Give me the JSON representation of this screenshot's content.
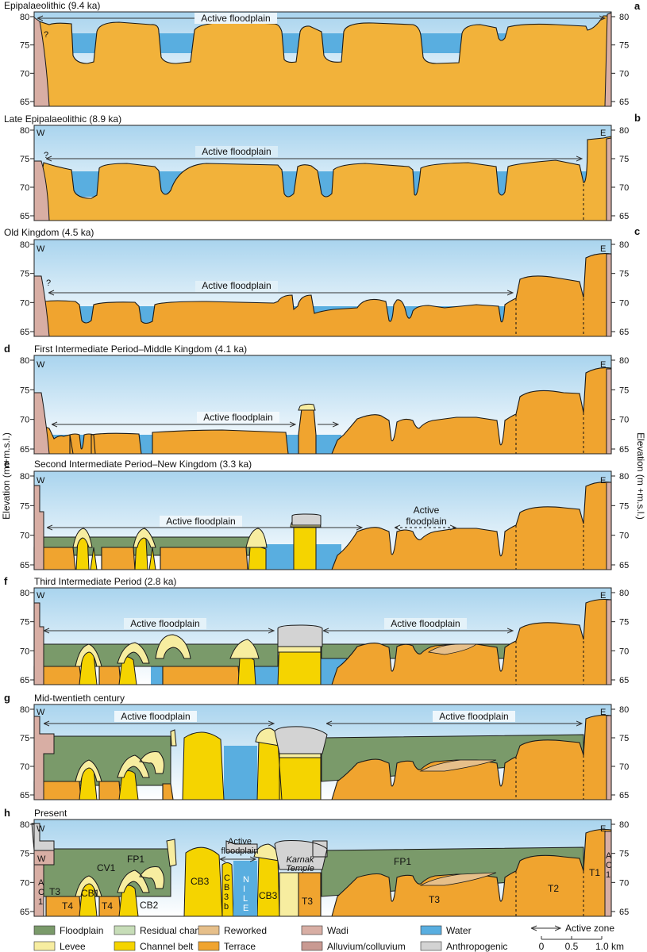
{
  "panels": [
    {
      "letter": "a",
      "title": "Epipalaeolithic (9.4 ka)",
      "labels": [
        "Active floodplain",
        "?"
      ]
    },
    {
      "letter": "b",
      "title": "Late Epipalaeolithic (8.9 ka)",
      "labels": [
        "Active floodplain",
        "?",
        "W",
        "E"
      ]
    },
    {
      "letter": "c",
      "title": "Old Kingdom (4.5 ka)",
      "labels": [
        "Active floodplain",
        "?",
        "W",
        "E"
      ]
    },
    {
      "letter": "d",
      "title": "First Intermediate Period–Middle Kingdom (4.1 ka)",
      "labels": [
        "Active floodplain",
        "W",
        "E"
      ]
    },
    {
      "letter": "e",
      "title": "Second Intermediate Period–New Kingdom (3.3 ka)",
      "labels": [
        "Active floodplain",
        "Active",
        "floodplain",
        "W",
        "E"
      ]
    },
    {
      "letter": "f",
      "title": "Third Intermediate Period (2.8 ka)",
      "labels": [
        "Active floodplain",
        "Active floodplain",
        "W",
        "E"
      ]
    },
    {
      "letter": "g",
      "title": "Mid-twentieth century",
      "labels": [
        "Active floodplain",
        "Active floodplain",
        "W",
        "E"
      ]
    },
    {
      "letter": "h",
      "title": "Present",
      "labels": [
        "W",
        "E",
        "FP1",
        "FP1",
        "CV1",
        "CB1",
        "CB2",
        "CB3",
        "CB3",
        "T3",
        "T3",
        "T3",
        "T4",
        "T4",
        "T2",
        "T1",
        "Active",
        "floodplain",
        "Karnak",
        "Temple"
      ]
    }
  ],
  "vertical_labels": {
    "h_left": [
      "A",
      "C",
      "1"
    ],
    "h_right": [
      "A",
      "C",
      "1"
    ],
    "cb3b": [
      "C",
      "B",
      "3",
      "b"
    ],
    "nile": [
      "N",
      "I",
      "L",
      "E"
    ],
    "wadi_h": "W"
  },
  "ticks": [
    "80",
    "75",
    "70",
    "65"
  ],
  "axis_label": "Elevation (m +m.s.l.)",
  "legend": [
    {
      "label": "Floodplain",
      "color": "#7a9a6a"
    },
    {
      "label": "Levee",
      "color": "#f7eda0"
    },
    {
      "label": "Residual channel",
      "color": "#c7ddb8"
    },
    {
      "label": "Channel belt",
      "color": "#f5d400"
    },
    {
      "label": "Reworked",
      "color": "#e6bf8a"
    },
    {
      "label": "Terrace",
      "color": "#f0a42f"
    },
    {
      "label": "Wadi",
      "color": "#d8aea4"
    },
    {
      "label": "Alluvium/colluvium",
      "color": "#c99a92"
    },
    {
      "label": "Water",
      "color": "#59aee0"
    },
    {
      "label": "Anthropogenic",
      "color": "#d3d3d3"
    }
  ],
  "scale": {
    "arrow_label": "Active zone",
    "values": [
      "0",
      "0.5",
      "1.0 km"
    ]
  }
}
